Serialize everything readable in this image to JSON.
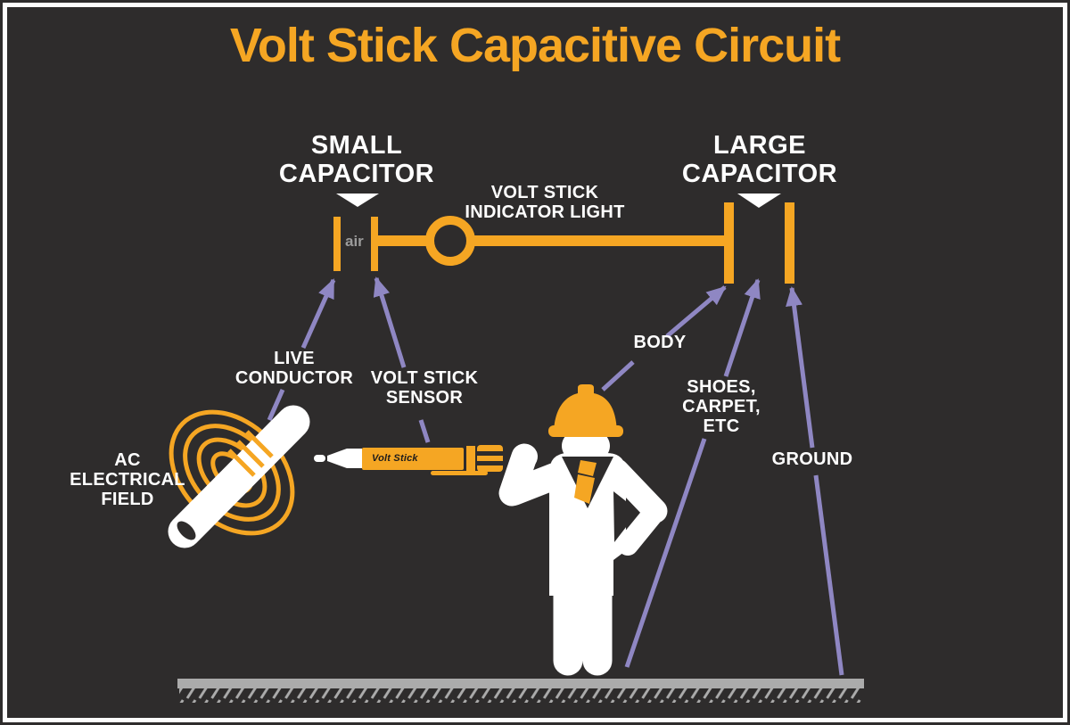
{
  "title": "Volt Stick Capacitive Circuit",
  "colors": {
    "background": "#2E2C2C",
    "accent_orange": "#F5A623",
    "arrow_purple": "#8F87C3",
    "label_white": "#FFFFFF",
    "ground_gray": "#ABABAB",
    "air_gray": "#9B9B9B",
    "pen_text_black": "#1E1C1C"
  },
  "labels": {
    "small_capacitor": "SMALL\nCAPACITOR",
    "large_capacitor": "LARGE\nCAPACITOR",
    "indicator_light": "VOLT STICK\nINDICATOR LIGHT",
    "live_conductor": "LIVE\nCONDUCTOR",
    "volt_stick_sensor": "VOLT STICK\nSENSOR",
    "body": "BODY",
    "shoes_carpet_etc": "SHOES,\nCARPET,\nETC",
    "ground": "GROUND",
    "ac_electrical_field": "AC\nELECTRICAL\nFIELD",
    "air_dielectric": "air",
    "pen_brand": "Volt Stick"
  }
}
